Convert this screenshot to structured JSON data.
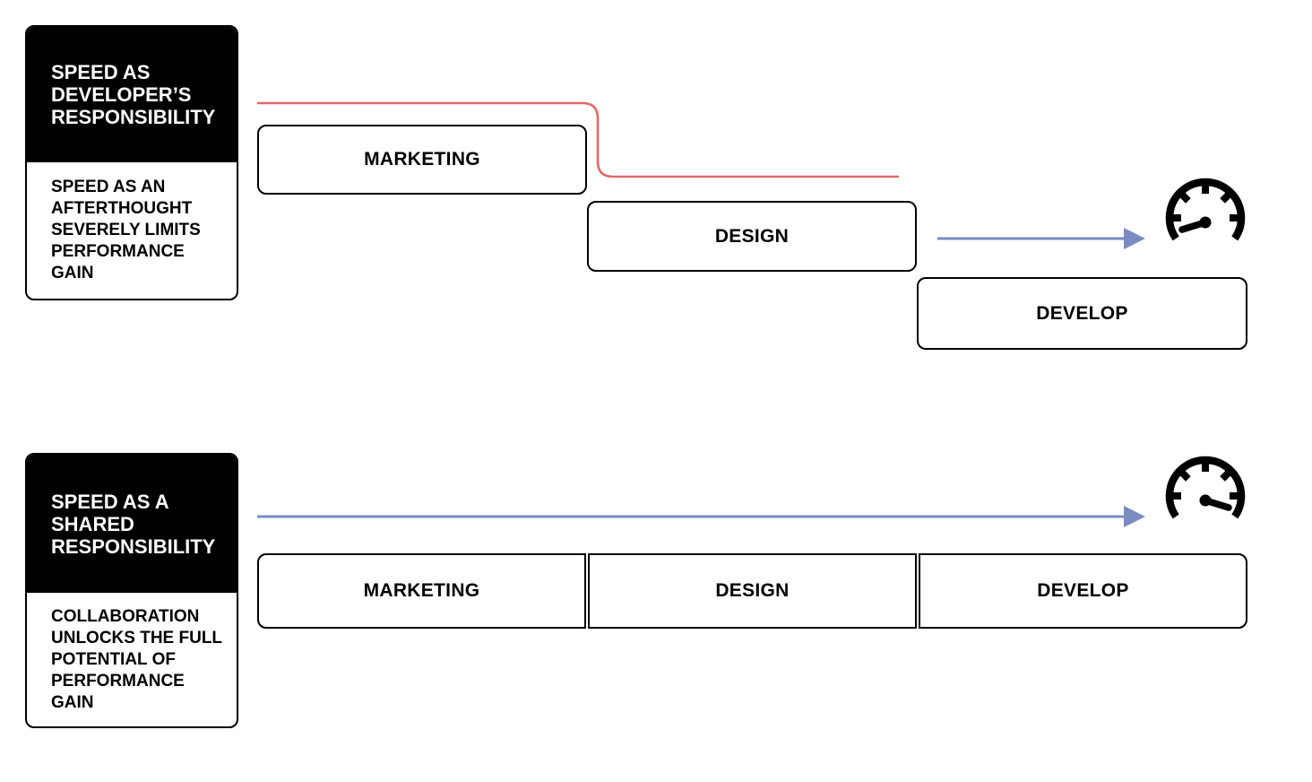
{
  "colors": {
    "handoff_red": "#E06A6A",
    "speed_arrow_blue": "#7B8CC2",
    "black": "#000000",
    "white": "#FFFFFF"
  },
  "top_flow": {
    "card": {
      "heading": "SPEED AS\nDEVELOPER’S\nRESPONSIBILITY",
      "body": "SPEED AS AN\nAFTERTHOUGHT\nSEVERELY LIMITS\nPERFORMANCE GAIN"
    },
    "stages": [
      "MARKETING",
      "DESIGN",
      "DEVELOP"
    ],
    "gauge_icon": "speedometer-needle-left-slow"
  },
  "bottom_flow": {
    "card": {
      "heading": "SPEED AS A\nSHARED\nRESPONSIBILITY",
      "body": "COLLABORATION\nUNLOCKS THE FULL\nPOTENTIAL OF\nPERFORMANCE GAIN"
    },
    "stages": [
      "MARKETING",
      "DESIGN",
      "DEVELOP"
    ],
    "gauge_icon": "speedometer-needle-right-fast"
  }
}
